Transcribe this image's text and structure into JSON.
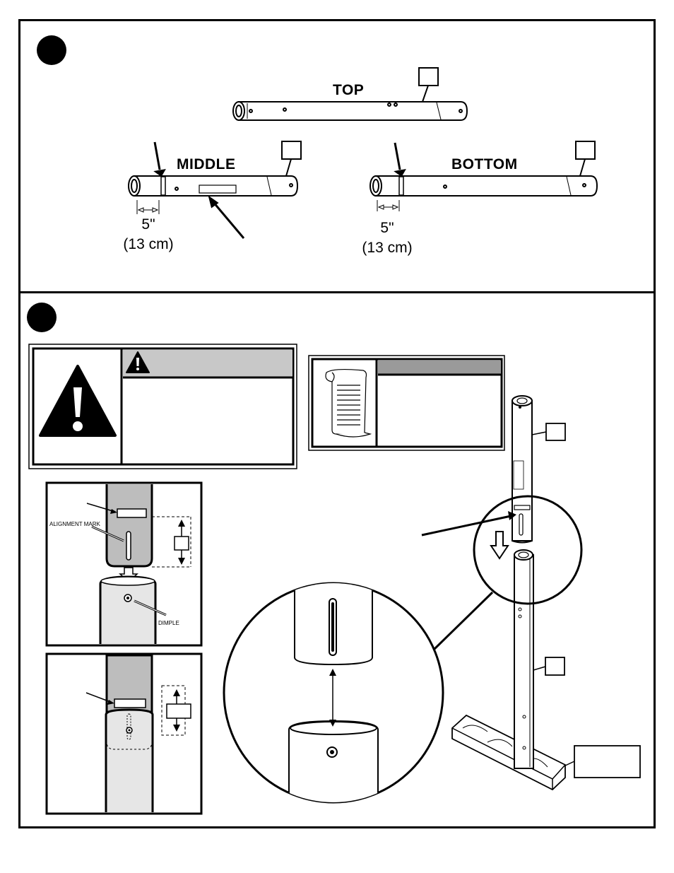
{
  "step1": {
    "top_label": "TOP",
    "middle_label": "MIDDLE",
    "bottom_label": "BOTTOM",
    "middle_measure": "5\"",
    "middle_measure_cm": "(13 cm)",
    "bottom_measure": "5\"",
    "bottom_measure_cm": "(13 cm)"
  },
  "step2": {
    "alignment_mark_label": "ALIGNMENT MARK",
    "dimple_label": "DIMPLE"
  }
}
